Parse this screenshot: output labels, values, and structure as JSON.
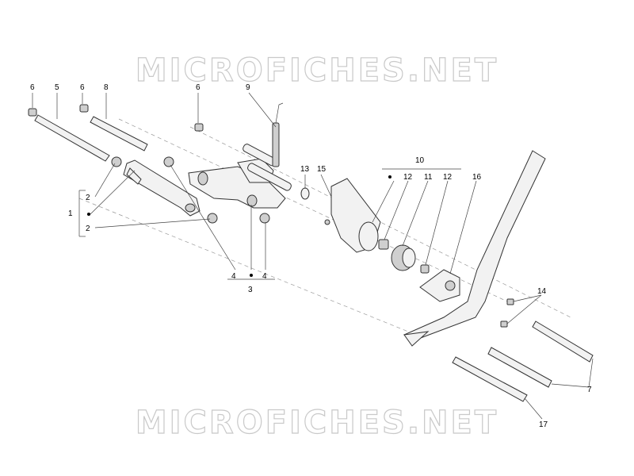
{
  "watermark": {
    "top": "MICROFICHES.NET",
    "bottom": "MICROFICHES.NET"
  },
  "labels": {
    "l6a": "6",
    "l5": "5",
    "l6b": "6",
    "l8": "8",
    "l6c": "6",
    "l9": "9",
    "l2a": "2",
    "l1": "1",
    "l2b": "2",
    "l13": "13",
    "l15": "15",
    "l10": "10",
    "l12a": "12",
    "l11": "11",
    "l12b": "12",
    "l16": "16",
    "l4a": "4",
    "l4b": "4",
    "l3": "3",
    "l14": "14",
    "l7": "7",
    "l17": "17"
  }
}
